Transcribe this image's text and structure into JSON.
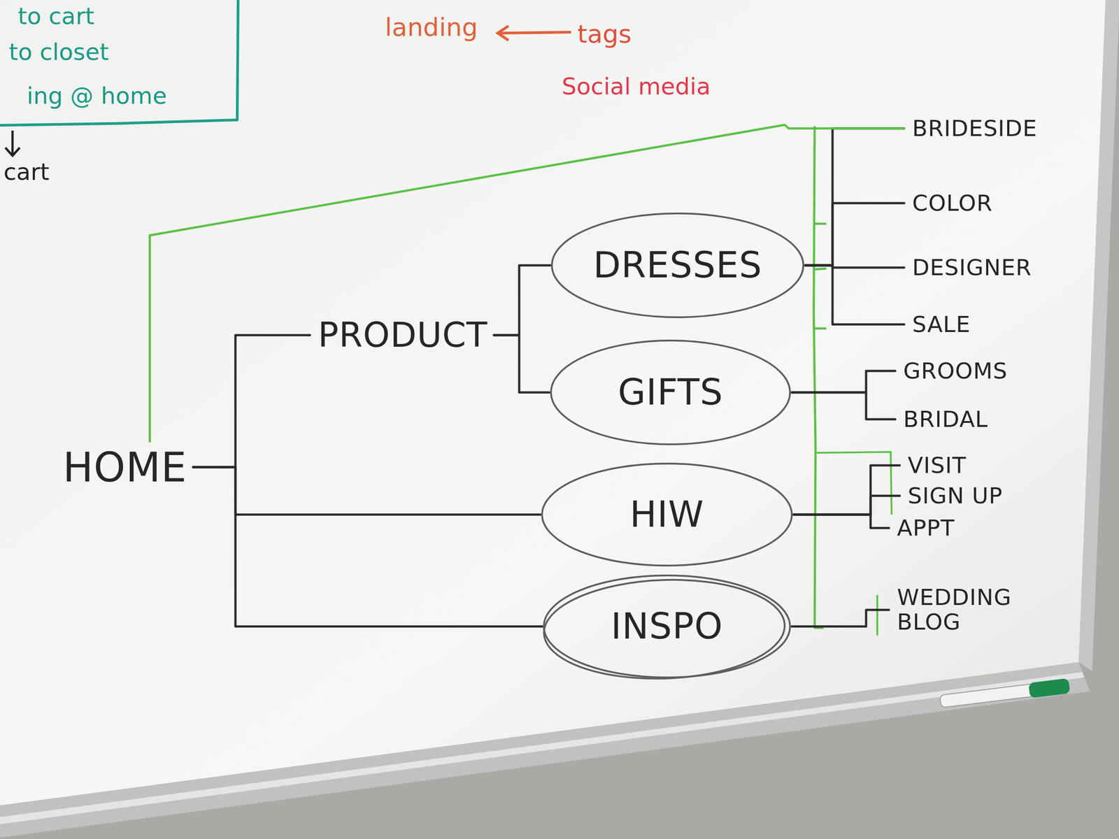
{
  "diagram": {
    "nodes": [
      {
        "text": [
          "HOME"
        ]
      },
      {
        "text": [
          "PRODUCT"
        ]
      },
      {
        "text": [
          "DRESSES"
        ]
      },
      {
        "text": [
          "GIFTS"
        ]
      },
      {
        "text": [
          "HIW"
        ]
      },
      {
        "text": [
          "INSPO"
        ]
      },
      {
        "text": [
          "BRIDESIDE"
        ]
      },
      {
        "text": [
          "COLOR"
        ]
      },
      {
        "text": [
          "DESIGNER"
        ]
      },
      {
        "text": [
          "SALE"
        ]
      },
      {
        "text": [
          "GROOMS"
        ]
      },
      {
        "text": [
          "BRIDAL"
        ]
      },
      {
        "text": [
          "VISIT"
        ]
      },
      {
        "text": [
          "SIGN UP"
        ]
      },
      {
        "text": [
          "APPT"
        ]
      },
      {
        "text": [
          "WEDDING BLOG"
        ]
      }
    ],
    "edges": [
      {
        "from": 0,
        "to": 1,
        "arrow": "none"
      },
      {
        "from": 0,
        "to": 4,
        "arrow": "none"
      },
      {
        "from": 0,
        "to": 5,
        "arrow": "none"
      },
      {
        "from": 1,
        "to": 2,
        "arrow": "none"
      },
      {
        "from": 1,
        "to": 3,
        "arrow": "none"
      },
      {
        "from": 2,
        "to": 6,
        "arrow": "none"
      },
      {
        "from": 2,
        "to": 7,
        "arrow": "none"
      },
      {
        "from": 2,
        "to": 8,
        "arrow": "none"
      },
      {
        "from": 2,
        "to": 9,
        "arrow": "none"
      },
      {
        "from": 3,
        "to": 10,
        "arrow": "none"
      },
      {
        "from": 3,
        "to": 11,
        "arrow": "none"
      },
      {
        "from": 4,
        "to": 12,
        "arrow": "none"
      },
      {
        "from": 4,
        "to": 13,
        "arrow": "none"
      },
      {
        "from": 4,
        "to": 14,
        "arrow": "none"
      },
      {
        "from": 5,
        "to": 15,
        "arrow": "none"
      },
      {
        "from": 0,
        "to": 6,
        "arrow": "none"
      }
    ],
    "labels": [
      "to cart",
      "to closet",
      "ing @ home",
      "cart",
      "landing",
      "tags",
      "Social media"
    ]
  }
}
